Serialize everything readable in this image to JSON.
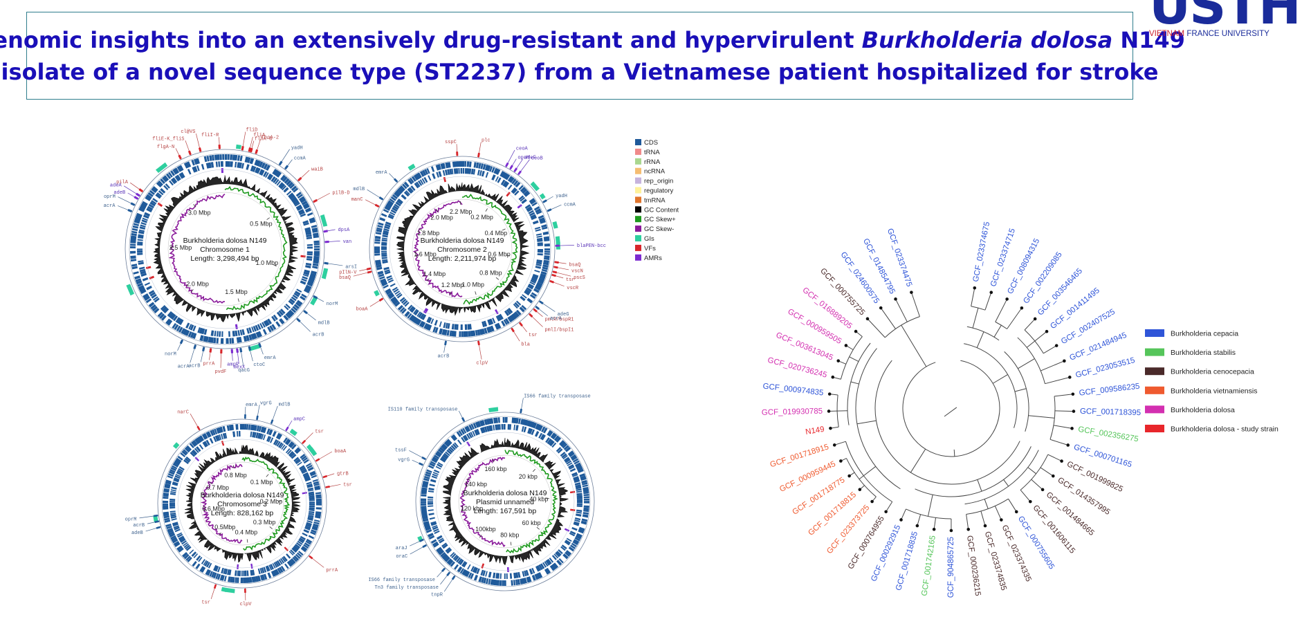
{
  "title": {
    "line1_pre": "Genomic insights into an extensively drug-resistant and hypervirulent ",
    "line1_italic": "Burkholderia dolosa",
    "line1_post": " N149",
    "line2": "isolate of a novel sequence type (ST2237) from a Vietnamese patient hospitalized for stroke"
  },
  "logo": {
    "letters": "USTH",
    "sub_red": "VIETNAM",
    "sub_blue": " FRANCE UNIVERSITY"
  },
  "colors": {
    "cds": "#1f5a9a",
    "trna": "#f08a8a",
    "rrna": "#a9d78f",
    "ncrna": "#f5bd72",
    "rep_origin": "#c6b3dd",
    "regulatory": "#fff29a",
    "tmrna": "#e0742c",
    "gc_content": "#000000",
    "gc_skew_pos": "#1e9a1e",
    "gc_skew_neg": "#8a1a9a",
    "gis": "#2ecf9f",
    "vfs": "#d8262b",
    "amrs": "#7c2bd0",
    "vf_label": "#b54242",
    "amr_label": "#5a34b8",
    "is_label": "#41648f",
    "cepacia": "#2f55d8",
    "stabilis": "#55c55a",
    "cenocepacia": "#4a2a2a",
    "vietnamiensis": "#ef5a2f",
    "dolosa": "#d32fb0",
    "study": "#e8262b",
    "title": "#1a0fb8"
  },
  "map_legend": [
    {
      "label": "CDS",
      "color": "#1f5a9a"
    },
    {
      "label": "tRNA",
      "color": "#f08a8a"
    },
    {
      "label": "rRNA",
      "color": "#a9d78f"
    },
    {
      "label": "ncRNA",
      "color": "#f5bd72"
    },
    {
      "label": "rep_origin",
      "color": "#c6b3dd"
    },
    {
      "label": "regulatory",
      "color": "#fff29a"
    },
    {
      "label": "tmRNA",
      "color": "#e0742c"
    },
    {
      "label": "GC Content",
      "color": "#000000"
    },
    {
      "label": "GC Skew+",
      "color": "#1e9a1e"
    },
    {
      "label": "GC Skew-",
      "color": "#8a1a9a"
    },
    {
      "label": "GIs",
      "color": "#2ecf9f"
    },
    {
      "label": "VFs",
      "color": "#d8262b"
    },
    {
      "label": "AMRs",
      "color": "#7c2bd0"
    }
  ],
  "maps": [
    {
      "id": "chromosome1",
      "name": "Burkholderia dolosa N149",
      "replicon": "Chromosome 1",
      "length": "Length: 3,298,494 bp",
      "ticks": [
        {
          "label": "0.5 Mbp",
          "angle": 55
        },
        {
          "label": "1.0 Mbp",
          "angle": 108
        },
        {
          "label": "1.5 Mbp",
          "angle": 165
        },
        {
          "label": "2.0 Mbp",
          "angle": 218
        },
        {
          "label": "2.5 Mbp",
          "angle": 272
        },
        {
          "label": "3.0 Mbp",
          "angle": 325
        }
      ],
      "features": [
        {
          "label": "flgA-N",
          "angle": 334,
          "kind": "vf"
        },
        {
          "label": "fliE-K_fliS",
          "angle": 340,
          "kind": "vf"
        },
        {
          "label": "cl@VS",
          "angle": 346,
          "kind": "vf"
        },
        {
          "label": "fliI-R",
          "angle": 357,
          "kind": "vf"
        },
        {
          "label": "fliA",
          "angle": 14,
          "kind": "vf"
        },
        {
          "label": "fliD",
          "angle": 10,
          "kind": "vf"
        },
        {
          "label": "flhA-G",
          "angle": 15,
          "kind": "vf"
        },
        {
          "label": "fhoA-2",
          "angle": 18,
          "kind": "vf"
        },
        {
          "label": "yadH",
          "angle": 33,
          "kind": "is"
        },
        {
          "label": "ccmA",
          "angle": 37,
          "kind": "is"
        },
        {
          "label": "waiB",
          "angle": 47,
          "kind": "vf"
        },
        {
          "label": "pilB-D",
          "angle": 62,
          "kind": "vf"
        },
        {
          "label": "dpsA",
          "angle": 80,
          "kind": "amr"
        },
        {
          "label": "van",
          "angle": 86,
          "kind": "amr"
        },
        {
          "label": "arsI",
          "angle": 98,
          "kind": "is"
        },
        {
          "label": "norM",
          "angle": 118,
          "kind": "is"
        },
        {
          "label": "mdlB",
          "angle": 128,
          "kind": "is"
        },
        {
          "label": "acrB",
          "angle": 134,
          "kind": "is"
        },
        {
          "label": "emrA",
          "angle": 160,
          "kind": "is"
        },
        {
          "label": "ctoC",
          "angle": 166,
          "kind": "is"
        },
        {
          "label": "qacG",
          "angle": 171,
          "kind": "is"
        },
        {
          "label": "ampR",
          "angle": 176,
          "kind": "amr"
        },
        {
          "label": "mexX",
          "angle": 173,
          "kind": "amr"
        },
        {
          "label": "pvdF",
          "angle": 182,
          "kind": "vf"
        },
        {
          "label": "prrA",
          "angle": 188,
          "kind": "vf"
        },
        {
          "label": "acrB",
          "angle": 192,
          "kind": "is"
        },
        {
          "label": "acrA",
          "angle": 197,
          "kind": "is"
        },
        {
          "label": "norM",
          "angle": 205,
          "kind": "is"
        },
        {
          "label": "acrA",
          "angle": 292,
          "kind": "is"
        },
        {
          "label": "oprM",
          "angle": 296,
          "kind": "is"
        },
        {
          "label": "adeB",
          "angle": 300,
          "kind": "amr"
        },
        {
          "label": "pilA",
          "angle": 305,
          "kind": "vf"
        },
        {
          "label": "adeA",
          "angle": 302,
          "kind": "amr"
        }
      ]
    },
    {
      "id": "chromosome2",
      "name": "Burkholderia dolosa N149",
      "replicon": "Chromosome 2",
      "length": "Length: 2,211,974 bp",
      "ticks": [
        {
          "label": "0.2 Mbp",
          "angle": 32
        },
        {
          "label": "0.4 Mbp",
          "angle": 65
        },
        {
          "label": "0.6 Mbp",
          "angle": 98
        },
        {
          "label": "0.8 Mbp",
          "angle": 130
        },
        {
          "label": "1.0 Mbp",
          "angle": 163
        },
        {
          "label": "1.2 Mbp",
          "angle": 195
        },
        {
          "label": "1.4 Mbp",
          "angle": 228
        },
        {
          "label": "1.6 Mbp",
          "angle": 262
        },
        {
          "label": "1.8 Mbp",
          "angle": 295
        },
        {
          "label": "2.0 Mbp",
          "angle": 327
        },
        {
          "label": "2.2 Mbp",
          "angle": 358
        }
      ],
      "features": [
        {
          "label": "sspC",
          "angle": 357,
          "kind": "vf"
        },
        {
          "label": "plc",
          "angle": 10,
          "kind": "vf"
        },
        {
          "label": "ceoA",
          "angle": 28,
          "kind": "amr"
        },
        {
          "label": "opcM",
          "angle": 31,
          "kind": "amr"
        },
        {
          "label": "adeF",
          "angle": 34,
          "kind": "amr"
        },
        {
          "label": "ceoB",
          "angle": 37,
          "kind": "amr"
        },
        {
          "label": "yadH",
          "angle": 60,
          "kind": "is"
        },
        {
          "label": "ccmA",
          "angle": 66,
          "kind": "is"
        },
        {
          "label": "blaPEN-bcc",
          "angle": 88,
          "kind": "amr"
        },
        {
          "label": "bsaQ",
          "angle": 98,
          "kind": "vf"
        },
        {
          "label": "vscN",
          "angle": 101,
          "kind": "vf"
        },
        {
          "label": "pscS",
          "angle": 104,
          "kind": "vf"
        },
        {
          "label": "tsr",
          "angle": 106,
          "kind": "vf"
        },
        {
          "label": "vscR",
          "angle": 110,
          "kind": "vf"
        },
        {
          "label": "adeG",
          "angle": 124,
          "kind": "is"
        },
        {
          "label": "pmlR/bspR1",
          "angle": 130,
          "kind": "vf"
        },
        {
          "label": "acrA",
          "angle": 128,
          "kind": "is"
        },
        {
          "label": "pmlI/bspI1",
          "angle": 134,
          "kind": "vf"
        },
        {
          "label": "tsr",
          "angle": 142,
          "kind": "vf"
        },
        {
          "label": "bla",
          "angle": 148,
          "kind": "vf"
        },
        {
          "label": "clpV",
          "angle": 170,
          "kind": "vf"
        },
        {
          "label": "acrB",
          "angle": 190,
          "kind": "is"
        },
        {
          "label": "boaA",
          "angle": 238,
          "kind": "vf"
        },
        {
          "label": "bsaQ",
          "angle": 256,
          "kind": "vf"
        },
        {
          "label": "pIlN-V",
          "angle": 258,
          "kind": "vf"
        },
        {
          "label": "manC",
          "angle": 297,
          "kind": "vf"
        },
        {
          "label": "mdlB",
          "angle": 302,
          "kind": "is"
        },
        {
          "label": "emrA",
          "angle": 316,
          "kind": "is"
        }
      ]
    },
    {
      "id": "chromosome3",
      "name": "Burkholderia dolosa N149",
      "replicon": "Chromosome 3",
      "length": "Length: 828,162 bp",
      "ticks": [
        {
          "label": "0.1 Mbp",
          "angle": 42
        },
        {
          "label": "0.2 Mbp",
          "angle": 86
        },
        {
          "label": "0.3 Mbp",
          "angle": 130
        },
        {
          "label": "0.4 Mbp",
          "angle": 172
        },
        {
          "label": "0.5Mbp",
          "angle": 216
        },
        {
          "label": "0.6 Mbp",
          "angle": 260
        },
        {
          "label": "0.7 Mbp",
          "angle": 303
        },
        {
          "label": "0.8 Mbp",
          "angle": 347
        }
      ],
      "features": [
        {
          "label": "emrA",
          "angle": 2,
          "kind": "is"
        },
        {
          "label": "vgrG",
          "angle": 10,
          "kind": "is"
        },
        {
          "label": "mdlB",
          "angle": 20,
          "kind": "is"
        },
        {
          "label": "ampC",
          "angle": 31,
          "kind": "amr"
        },
        {
          "label": "tsr",
          "angle": 45,
          "kind": "vf"
        },
        {
          "label": "boaA",
          "angle": 60,
          "kind": "vf"
        },
        {
          "label": "gtrB",
          "angle": 72,
          "kind": "vf"
        },
        {
          "label": "tsr",
          "angle": 79,
          "kind": "vf"
        },
        {
          "label": "prrA",
          "angle": 128,
          "kind": "vf"
        },
        {
          "label": "clpV",
          "angle": 178,
          "kind": "vf"
        },
        {
          "label": "tsr",
          "angle": 198,
          "kind": "vf"
        },
        {
          "label": "oprM",
          "angle": 262,
          "kind": "is"
        },
        {
          "label": "acrB",
          "angle": 258,
          "kind": "is"
        },
        {
          "label": "adeB",
          "angle": 254,
          "kind": "is"
        },
        {
          "label": "narC",
          "angle": 330,
          "kind": "vf"
        }
      ]
    },
    {
      "id": "plasmid",
      "name": "Burkholderia dolosa N149",
      "replicon": "Plasmid unnamed",
      "length": "Length: 167,591 bp",
      "ticks": [
        {
          "label": "20 kbp",
          "angle": 43
        },
        {
          "label": "40 kbp",
          "angle": 86
        },
        {
          "label": "60 kbp",
          "angle": 129
        },
        {
          "label": "80 kbp",
          "angle": 172
        },
        {
          "label": "100kbp",
          "angle": 215
        },
        {
          "label": "120 kbp",
          "angle": 258
        },
        {
          "label": "140 kbp",
          "angle": 301
        },
        {
          "label": "160 kbp",
          "angle": 344
        }
      ],
      "features": [
        {
          "label": "IS110 family transposase",
          "angle": 333,
          "kind": "is"
        },
        {
          "label": "IS66 family transposase",
          "angle": 10,
          "kind": "is"
        },
        {
          "label": "tssF",
          "angle": 298,
          "kind": "is"
        },
        {
          "label": "vgrG",
          "angle": 294,
          "kind": "is"
        },
        {
          "label": "araJ",
          "angle": 245,
          "kind": "is"
        },
        {
          "label": "oraC",
          "angle": 241,
          "kind": "is"
        },
        {
          "label": "IS66 family transposase",
          "angle": 222,
          "kind": "is"
        },
        {
          "label": "Tn3 family transposase",
          "angle": 218,
          "kind": "is"
        },
        {
          "label": "tnpR",
          "angle": 214,
          "kind": "is"
        }
      ]
    }
  ],
  "tree_legend": [
    {
      "label": "Burkholderia cepacia",
      "color": "#2f55d8"
    },
    {
      "label": "Burkholderia stabilis",
      "color": "#55c55a"
    },
    {
      "label": "Burkholderia cenocepacia",
      "color": "#4a2a2a"
    },
    {
      "label": "Burkholderia vietnamiensis",
      "color": "#ef5a2f"
    },
    {
      "label": "Burkholderia dolosa",
      "color": "#d32fb0"
    },
    {
      "label": "Burkholderia dolosa - study strain",
      "color": "#e8262b"
    }
  ],
  "tree_leaves": [
    {
      "label": "GCF_023374675",
      "group": "cepacia"
    },
    {
      "label": "GCF_023374715",
      "group": "cepacia"
    },
    {
      "label": "GCF_008094315",
      "group": "cepacia"
    },
    {
      "label": "GCF_002209085",
      "group": "cepacia"
    },
    {
      "label": "GCF_003546465",
      "group": "cepacia"
    },
    {
      "label": "GCF_001411495",
      "group": "cepacia"
    },
    {
      "label": "GCF_002407525",
      "group": "cepacia"
    },
    {
      "label": "GCF_021484945",
      "group": "cepacia"
    },
    {
      "label": "GCF_023053515",
      "group": "cepacia"
    },
    {
      "label": "GCF_009586235",
      "group": "cepacia"
    },
    {
      "label": "GCF_001718395",
      "group": "cepacia"
    },
    {
      "label": "GCF_002356275",
      "group": "stabilis"
    },
    {
      "label": "GCF_000701165",
      "group": "cepacia"
    },
    {
      "label": "GCF_001999825",
      "group": "cenocepacia"
    },
    {
      "label": "GCF_014357995",
      "group": "cenocepacia"
    },
    {
      "label": "GCF_001484665",
      "group": "cenocepacia"
    },
    {
      "label": "GCF_001606115",
      "group": "cenocepacia"
    },
    {
      "label": "GCF_000755605",
      "group": "cepacia"
    },
    {
      "label": "GCF_023374335",
      "group": "cenocepacia"
    },
    {
      "label": "GCF_023374835",
      "group": "cenocepacia"
    },
    {
      "label": "GCF_000236215",
      "group": "cenocepacia"
    },
    {
      "label": "GCF_904865725",
      "group": "cepacia"
    },
    {
      "label": "GCF_001742165",
      "group": "stabilis"
    },
    {
      "label": "GCF_001718835",
      "group": "cepacia"
    },
    {
      "label": "GCF_000292915",
      "group": "cepacia"
    },
    {
      "label": "GCF_000764955",
      "group": "cenocepacia"
    },
    {
      "label": "GCF_023373725",
      "group": "vietnamiensis"
    },
    {
      "label": "GCF_001718815",
      "group": "vietnamiensis"
    },
    {
      "label": "GCF_001718775",
      "group": "vietnamiensis"
    },
    {
      "label": "GCF_000959445",
      "group": "vietnamiensis"
    },
    {
      "label": "GCF_001718915",
      "group": "vietnamiensis"
    },
    {
      "label": "N149",
      "group": "study"
    },
    {
      "label": "GCF_019930785",
      "group": "dolosa"
    },
    {
      "label": "GCF_000974835",
      "group": "cepacia"
    },
    {
      "label": "GCF_020736245",
      "group": "dolosa"
    },
    {
      "label": "GCF_003613045",
      "group": "dolosa"
    },
    {
      "label": "GCF_000959505",
      "group": "dolosa"
    },
    {
      "label": "GCF_016889205",
      "group": "dolosa"
    },
    {
      "label": "GCF_000755725",
      "group": "cenocepacia"
    },
    {
      "label": "GCF_024600575",
      "group": "cepacia"
    },
    {
      "label": "GCF_014854795",
      "group": "cepacia"
    },
    {
      "label": "GCF_023374475",
      "group": "cepacia"
    }
  ]
}
